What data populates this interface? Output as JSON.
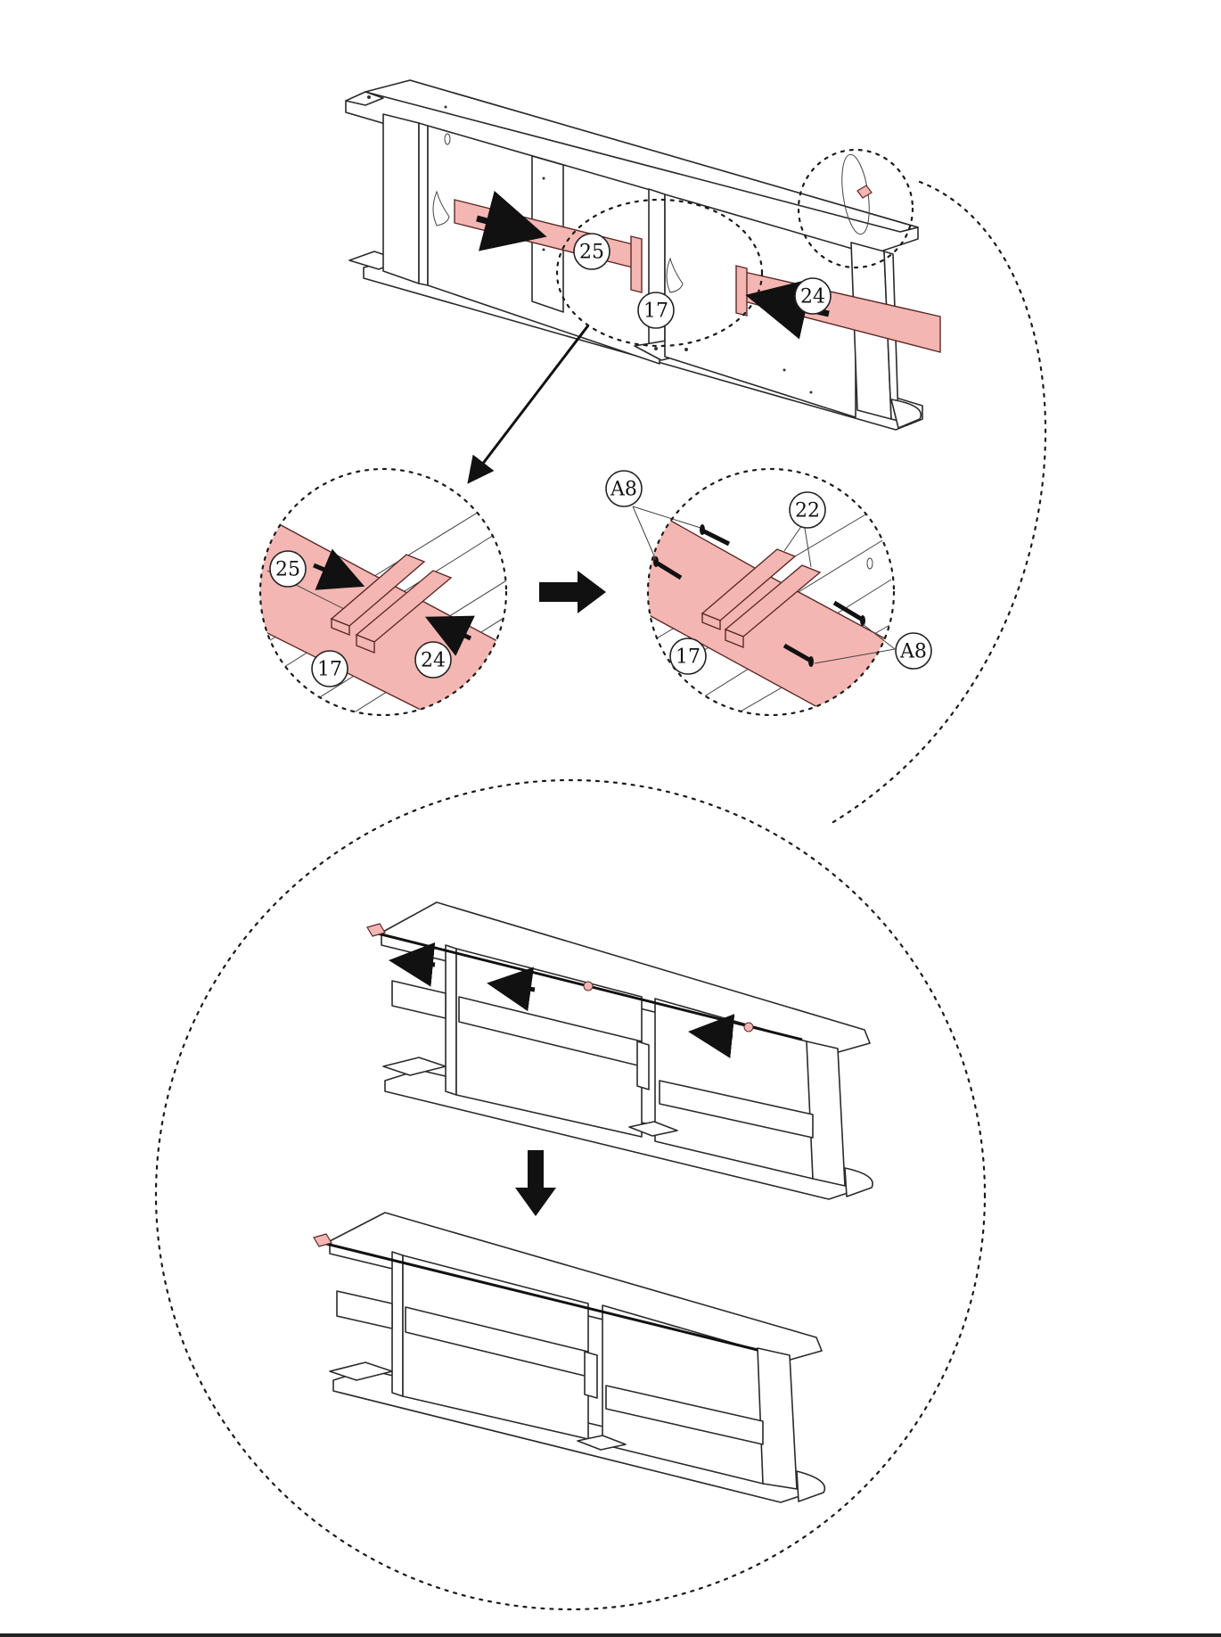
{
  "colors": {
    "highlight": "#f4b6b2",
    "highlight_stroke": "#5a2a28",
    "line": "#2a2a2a",
    "arrow": "#111111",
    "background": "#ffffff"
  },
  "callouts": {
    "top_25": "25",
    "top_17": "17",
    "top_24": "24",
    "left_25": "25",
    "left_17": "17",
    "left_24": "24",
    "right_A8_top": "A8",
    "right_22": "22",
    "right_17": "17",
    "right_A8_bottom": "A8"
  },
  "icons": {
    "direction_arrow": "arrow-right-icon",
    "step_arrow_down": "arrow-down-icon",
    "screw": "screw-icon",
    "cam_lock": "cam-lock-icon"
  }
}
